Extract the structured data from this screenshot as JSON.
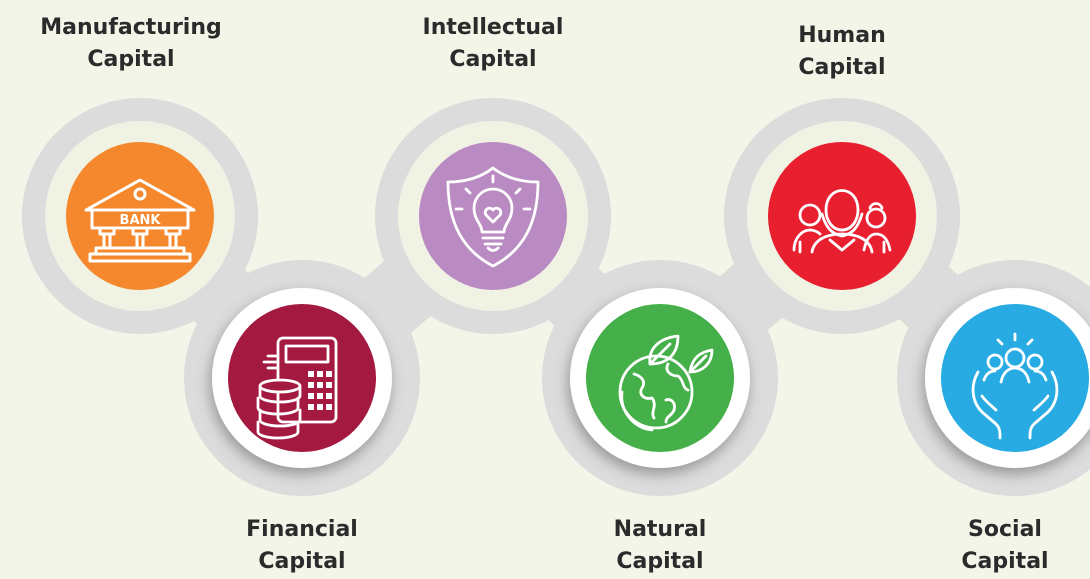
{
  "nodes": [
    {
      "key": "manufacturing",
      "label": "Manufacturing\nCapital",
      "icon": "bank-icon",
      "color": "#f5882d",
      "icon_text": "BANK"
    },
    {
      "key": "financial",
      "label": "Financial\nCapital",
      "icon": "calculator-coins-icon",
      "color": "#a3193f"
    },
    {
      "key": "intellectual",
      "label": "Intellectual\nCapital",
      "icon": "shield-lightbulb-icon",
      "color": "#b98bc2"
    },
    {
      "key": "natural",
      "label": "Natural\nCapital",
      "icon": "earth-leaves-icon",
      "color": "#45b04a"
    },
    {
      "key": "human",
      "label": "Human\nCapital",
      "icon": "people-group-icon",
      "color": "#e81f2f"
    },
    {
      "key": "social",
      "label": "Social\nCapital",
      "icon": "hands-community-icon",
      "color": "#27abe2"
    }
  ]
}
